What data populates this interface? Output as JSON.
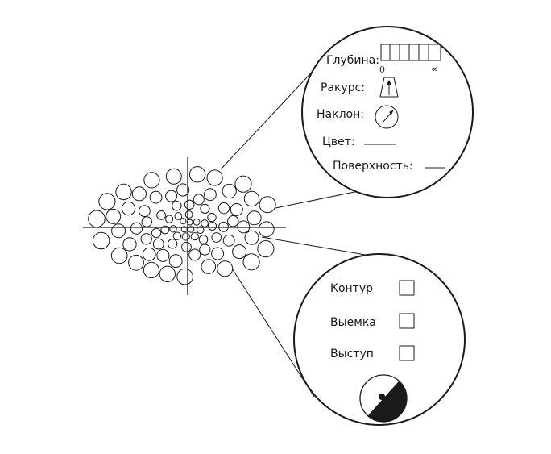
{
  "upper_panel": {
    "depth_label": "Глубина:",
    "depth_scale_min": "0",
    "depth_scale_max": "∞",
    "foreshortening_label": "Ракурс:",
    "tilt_label": "Наклон:",
    "color_label": "Цвет:",
    "surface_label": "Поверхность:"
  },
  "lower_panel": {
    "contour_label": "Контур",
    "notch_label": "Выемка",
    "bump_label": "Выступ"
  },
  "colors": {
    "stroke": "#1a1a1a",
    "background": "#ffffff",
    "fill_dark": "#1a1a1a"
  }
}
